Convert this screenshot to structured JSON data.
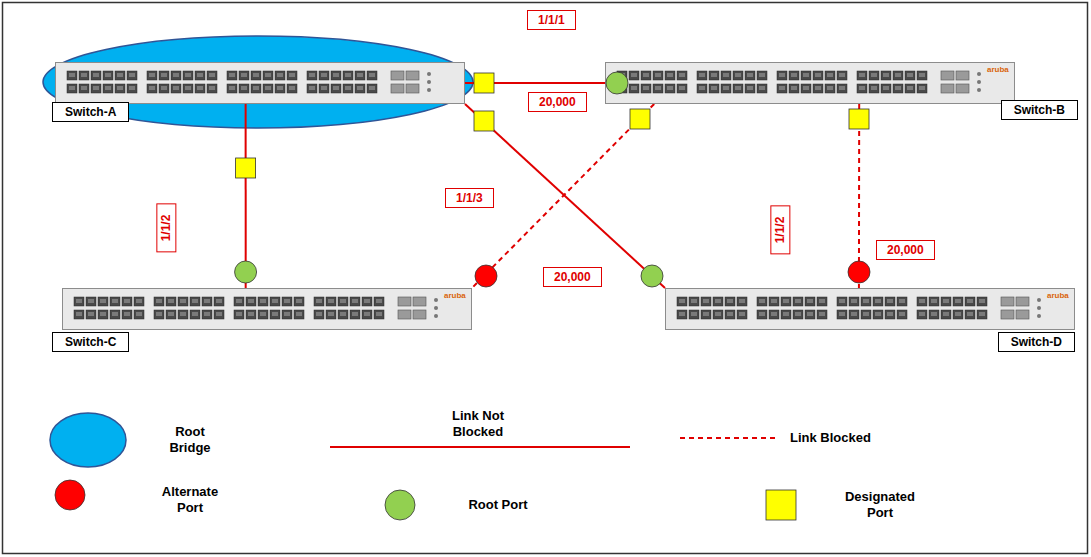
{
  "diagram": {
    "nodes": [
      {
        "text": [
          "Switch-A"
        ]
      },
      {
        "text": [
          "Switch-B",
          "aruba"
        ]
      },
      {
        "text": [
          "Switch-C",
          "aruba"
        ]
      },
      {
        "text": [
          "Switch-D",
          "aruba"
        ]
      }
    ],
    "edges": [
      {
        "from": 0,
        "to": 1,
        "arrow": "none",
        "label": "1/1/1"
      },
      {
        "from": 0,
        "to": 2,
        "arrow": "none",
        "label": "1/1/2"
      },
      {
        "from": 0,
        "to": 3,
        "arrow": "none",
        "label": "1/1/3"
      },
      {
        "from": 1,
        "to": 2,
        "arrow": "none"
      },
      {
        "from": 1,
        "to": 3,
        "arrow": "none",
        "label": "1/1/2"
      }
    ],
    "labels": [
      "20,000",
      "20,000",
      "20,000"
    ],
    "legend": [
      {
        "text": "Root Bridge",
        "color": "#00b0f0"
      },
      {
        "text": "Link Not Blocked"
      },
      {
        "text": "Link Blocked"
      },
      {
        "text": "Alternate Port",
        "color": "#ff0000"
      },
      {
        "text": "Root Port",
        "color": "#92d050"
      },
      {
        "text": "Designated Port",
        "color": "#ffff00"
      }
    ]
  }
}
